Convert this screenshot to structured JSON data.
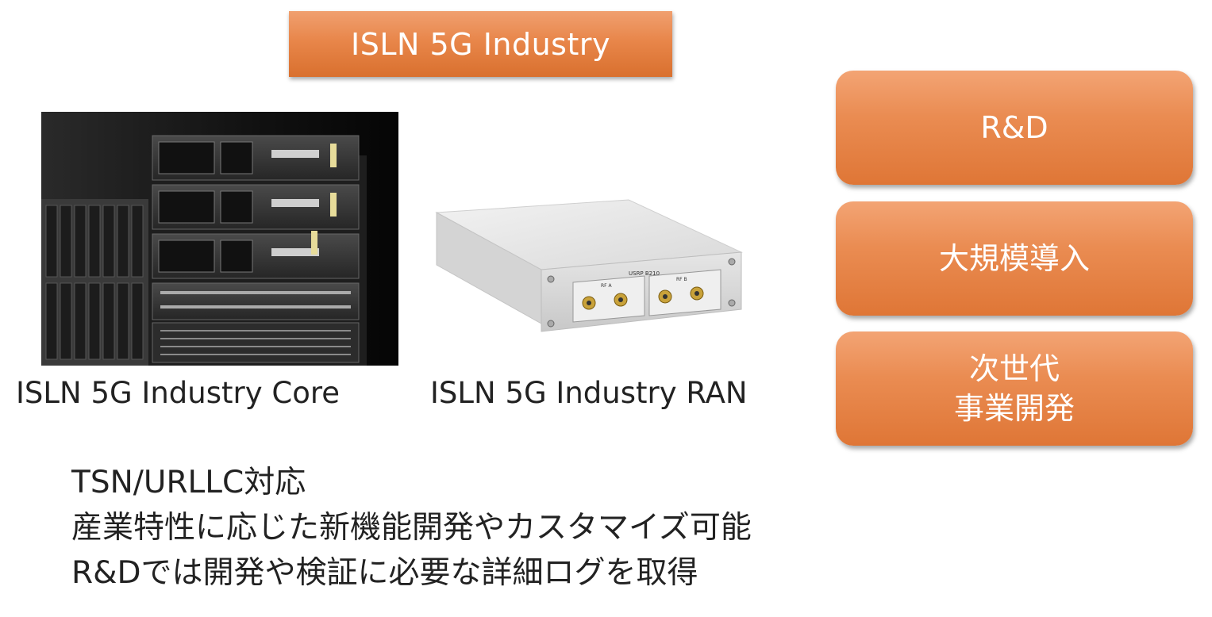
{
  "title": "ISLN 5G Industry",
  "cards": {
    "rd": "R&D",
    "large_scale": "大規模導入",
    "next_gen_line1": "次世代",
    "next_gen_line2": "事業開発"
  },
  "captions": {
    "core": "ISLN 5G Industry Core",
    "ran": "ISLN 5G Industry RAN"
  },
  "device": {
    "model": "USRP B210",
    "rf_a": "RF A",
    "rf_b": "RF B"
  },
  "features": [
    "TSN/URLLC対応",
    "産業特性に応じた新機能開発やカスタマイズ可能",
    "R&Dでは開発や検証に必要な詳細ログを取得"
  ],
  "colors": {
    "accent_orange": "#e8864a",
    "text_dark": "#222222"
  }
}
